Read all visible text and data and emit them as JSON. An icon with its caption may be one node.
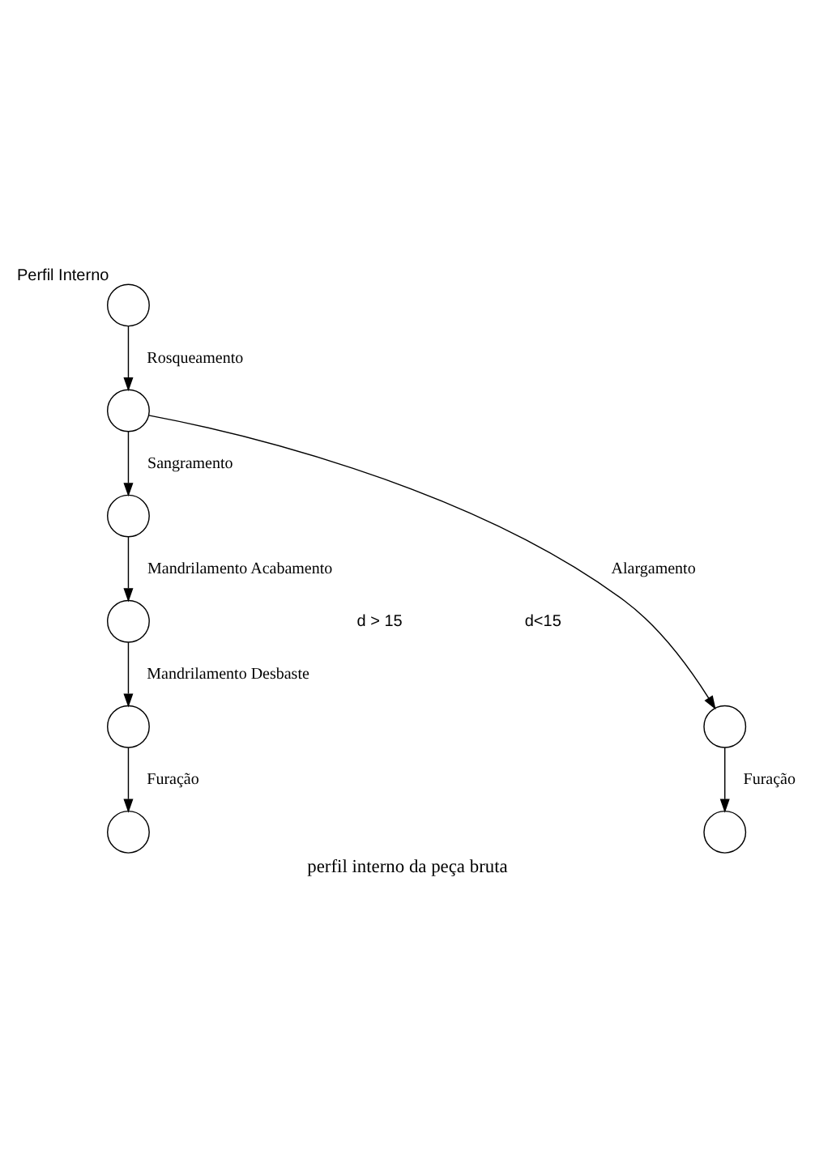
{
  "diagram": {
    "caption": "perfil interno da peça bruta",
    "nodes": [
      {
        "text": [],
        "shape": "circle",
        "beside": [
          "Perfil Interno"
        ]
      },
      {
        "text": [],
        "shape": "circle"
      },
      {
        "text": [],
        "shape": "circle"
      },
      {
        "text": [],
        "shape": "circle"
      },
      {
        "text": [],
        "shape": "circle"
      },
      {
        "text": [],
        "shape": "circle"
      },
      {
        "text": [],
        "shape": "circle"
      },
      {
        "text": [],
        "shape": "circle"
      }
    ],
    "edges": [
      {
        "from": 0,
        "to": 1,
        "arrow": "to",
        "label": "Rosqueamento"
      },
      {
        "from": 1,
        "to": 6,
        "arrow": "to",
        "label": "Alargamento"
      },
      {
        "from": 1,
        "to": 2,
        "arrow": "to",
        "label": "Sangramento"
      },
      {
        "from": 2,
        "to": 3,
        "arrow": "to",
        "label": "Mandrilamento Acabamento"
      },
      {
        "from": 3,
        "to": 4,
        "arrow": "to",
        "label": "Mandrilamento Desbaste"
      },
      {
        "from": 4,
        "to": 5,
        "arrow": "to",
        "label": "Furação"
      },
      {
        "from": 6,
        "to": 7,
        "arrow": "to",
        "label": "Furação"
      }
    ],
    "labels": [
      "d > 15",
      "d<15"
    ]
  }
}
